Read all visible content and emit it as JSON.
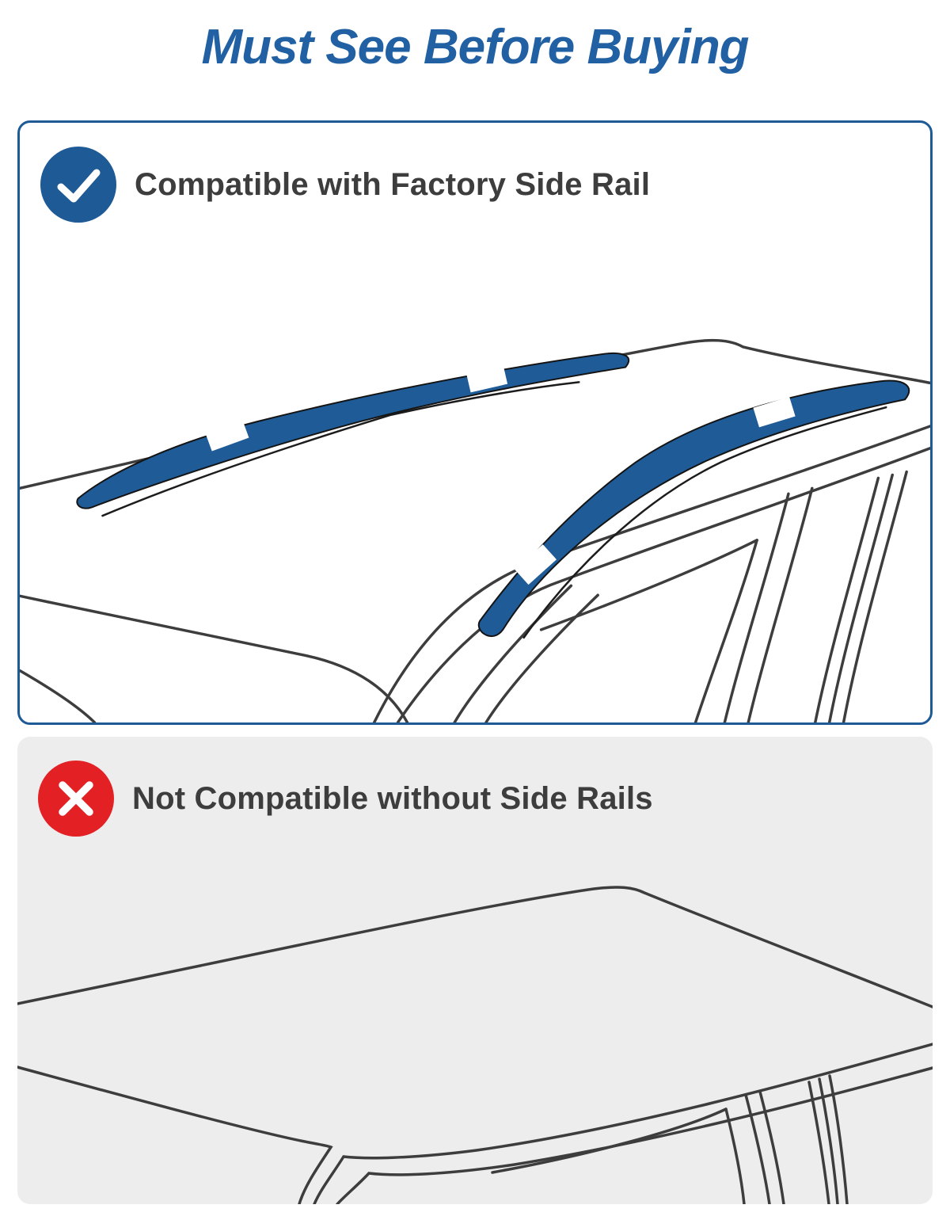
{
  "page": {
    "background": "#ffffff"
  },
  "title": {
    "text": "Must See Before Buying",
    "color": "#2160a3"
  },
  "compatible_panel": {
    "label": "Compatible with Factory Side Rail",
    "icon": "check-circle",
    "accent_color": "#1e5a96",
    "background": "#ffffff",
    "border_color": "#1e5a96",
    "illustration": "suv-roof-three-quarter-view-with-blue-factory-side-rails",
    "rail_color": "#1e5b97",
    "rail_pad_color": "#ffffff"
  },
  "not_compatible_panel": {
    "label": "Not Compatible without Side Rails",
    "icon": "x-circle",
    "accent_color": "#e32124",
    "background": "#ededed",
    "illustration": "suv-bare-roof-three-quarter-view-without-side-rails"
  },
  "artwork": {
    "line_color": "#3d3d3d",
    "text_color": "#3d3d3d",
    "icon_glyph_color": "#ffffff"
  }
}
